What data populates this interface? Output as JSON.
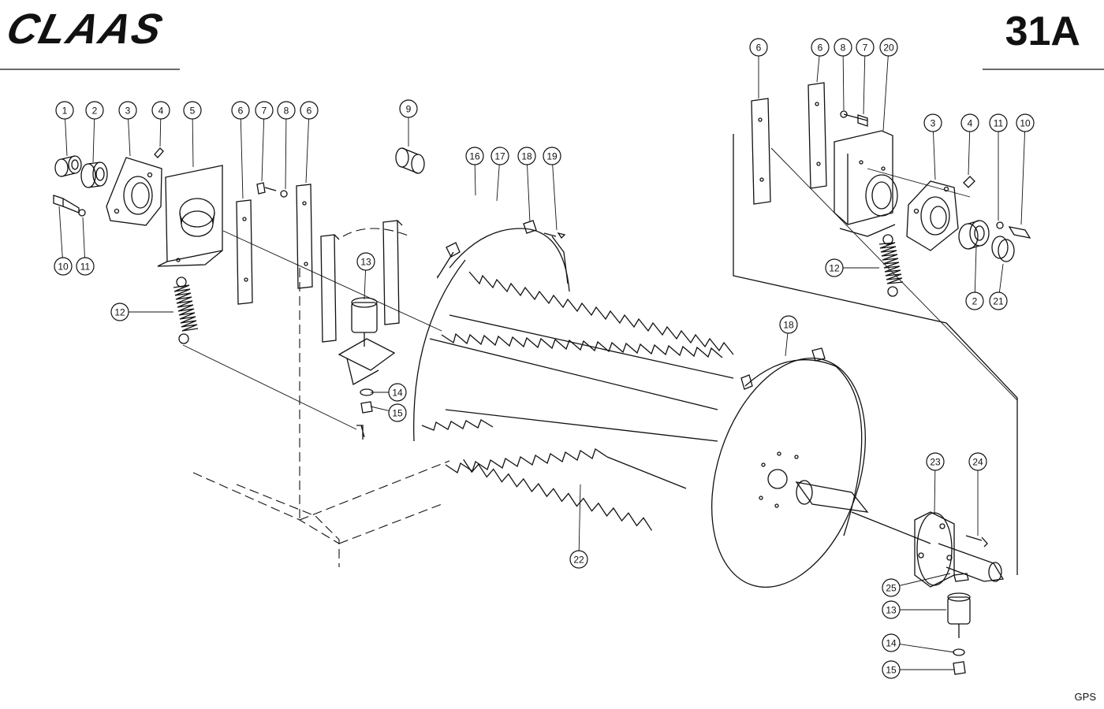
{
  "header": {
    "brand": "CLAAS",
    "page_number": "31A"
  },
  "footer": {
    "code": "GPS"
  },
  "callouts": [
    {
      "label": "1"
    },
    {
      "label": "2"
    },
    {
      "label": "3"
    },
    {
      "label": "4"
    },
    {
      "label": "5"
    },
    {
      "label": "6"
    },
    {
      "label": "7"
    },
    {
      "label": "8"
    },
    {
      "label": "6"
    },
    {
      "label": "9"
    },
    {
      "label": "10"
    },
    {
      "label": "11"
    },
    {
      "label": "12"
    },
    {
      "label": "13"
    },
    {
      "label": "14"
    },
    {
      "label": "15"
    },
    {
      "label": "16"
    },
    {
      "label": "17"
    },
    {
      "label": "18"
    },
    {
      "label": "19"
    },
    {
      "label": "22"
    },
    {
      "label": "18"
    },
    {
      "label": "6"
    },
    {
      "label": "6"
    },
    {
      "label": "8"
    },
    {
      "label": "7"
    },
    {
      "label": "20"
    },
    {
      "label": "3"
    },
    {
      "label": "4"
    },
    {
      "label": "11"
    },
    {
      "label": "10"
    },
    {
      "label": "12"
    },
    {
      "label": "2"
    },
    {
      "label": "21"
    },
    {
      "label": "23"
    },
    {
      "label": "24"
    },
    {
      "label": "25"
    },
    {
      "label": "13"
    },
    {
      "label": "14"
    },
    {
      "label": "15"
    }
  ]
}
